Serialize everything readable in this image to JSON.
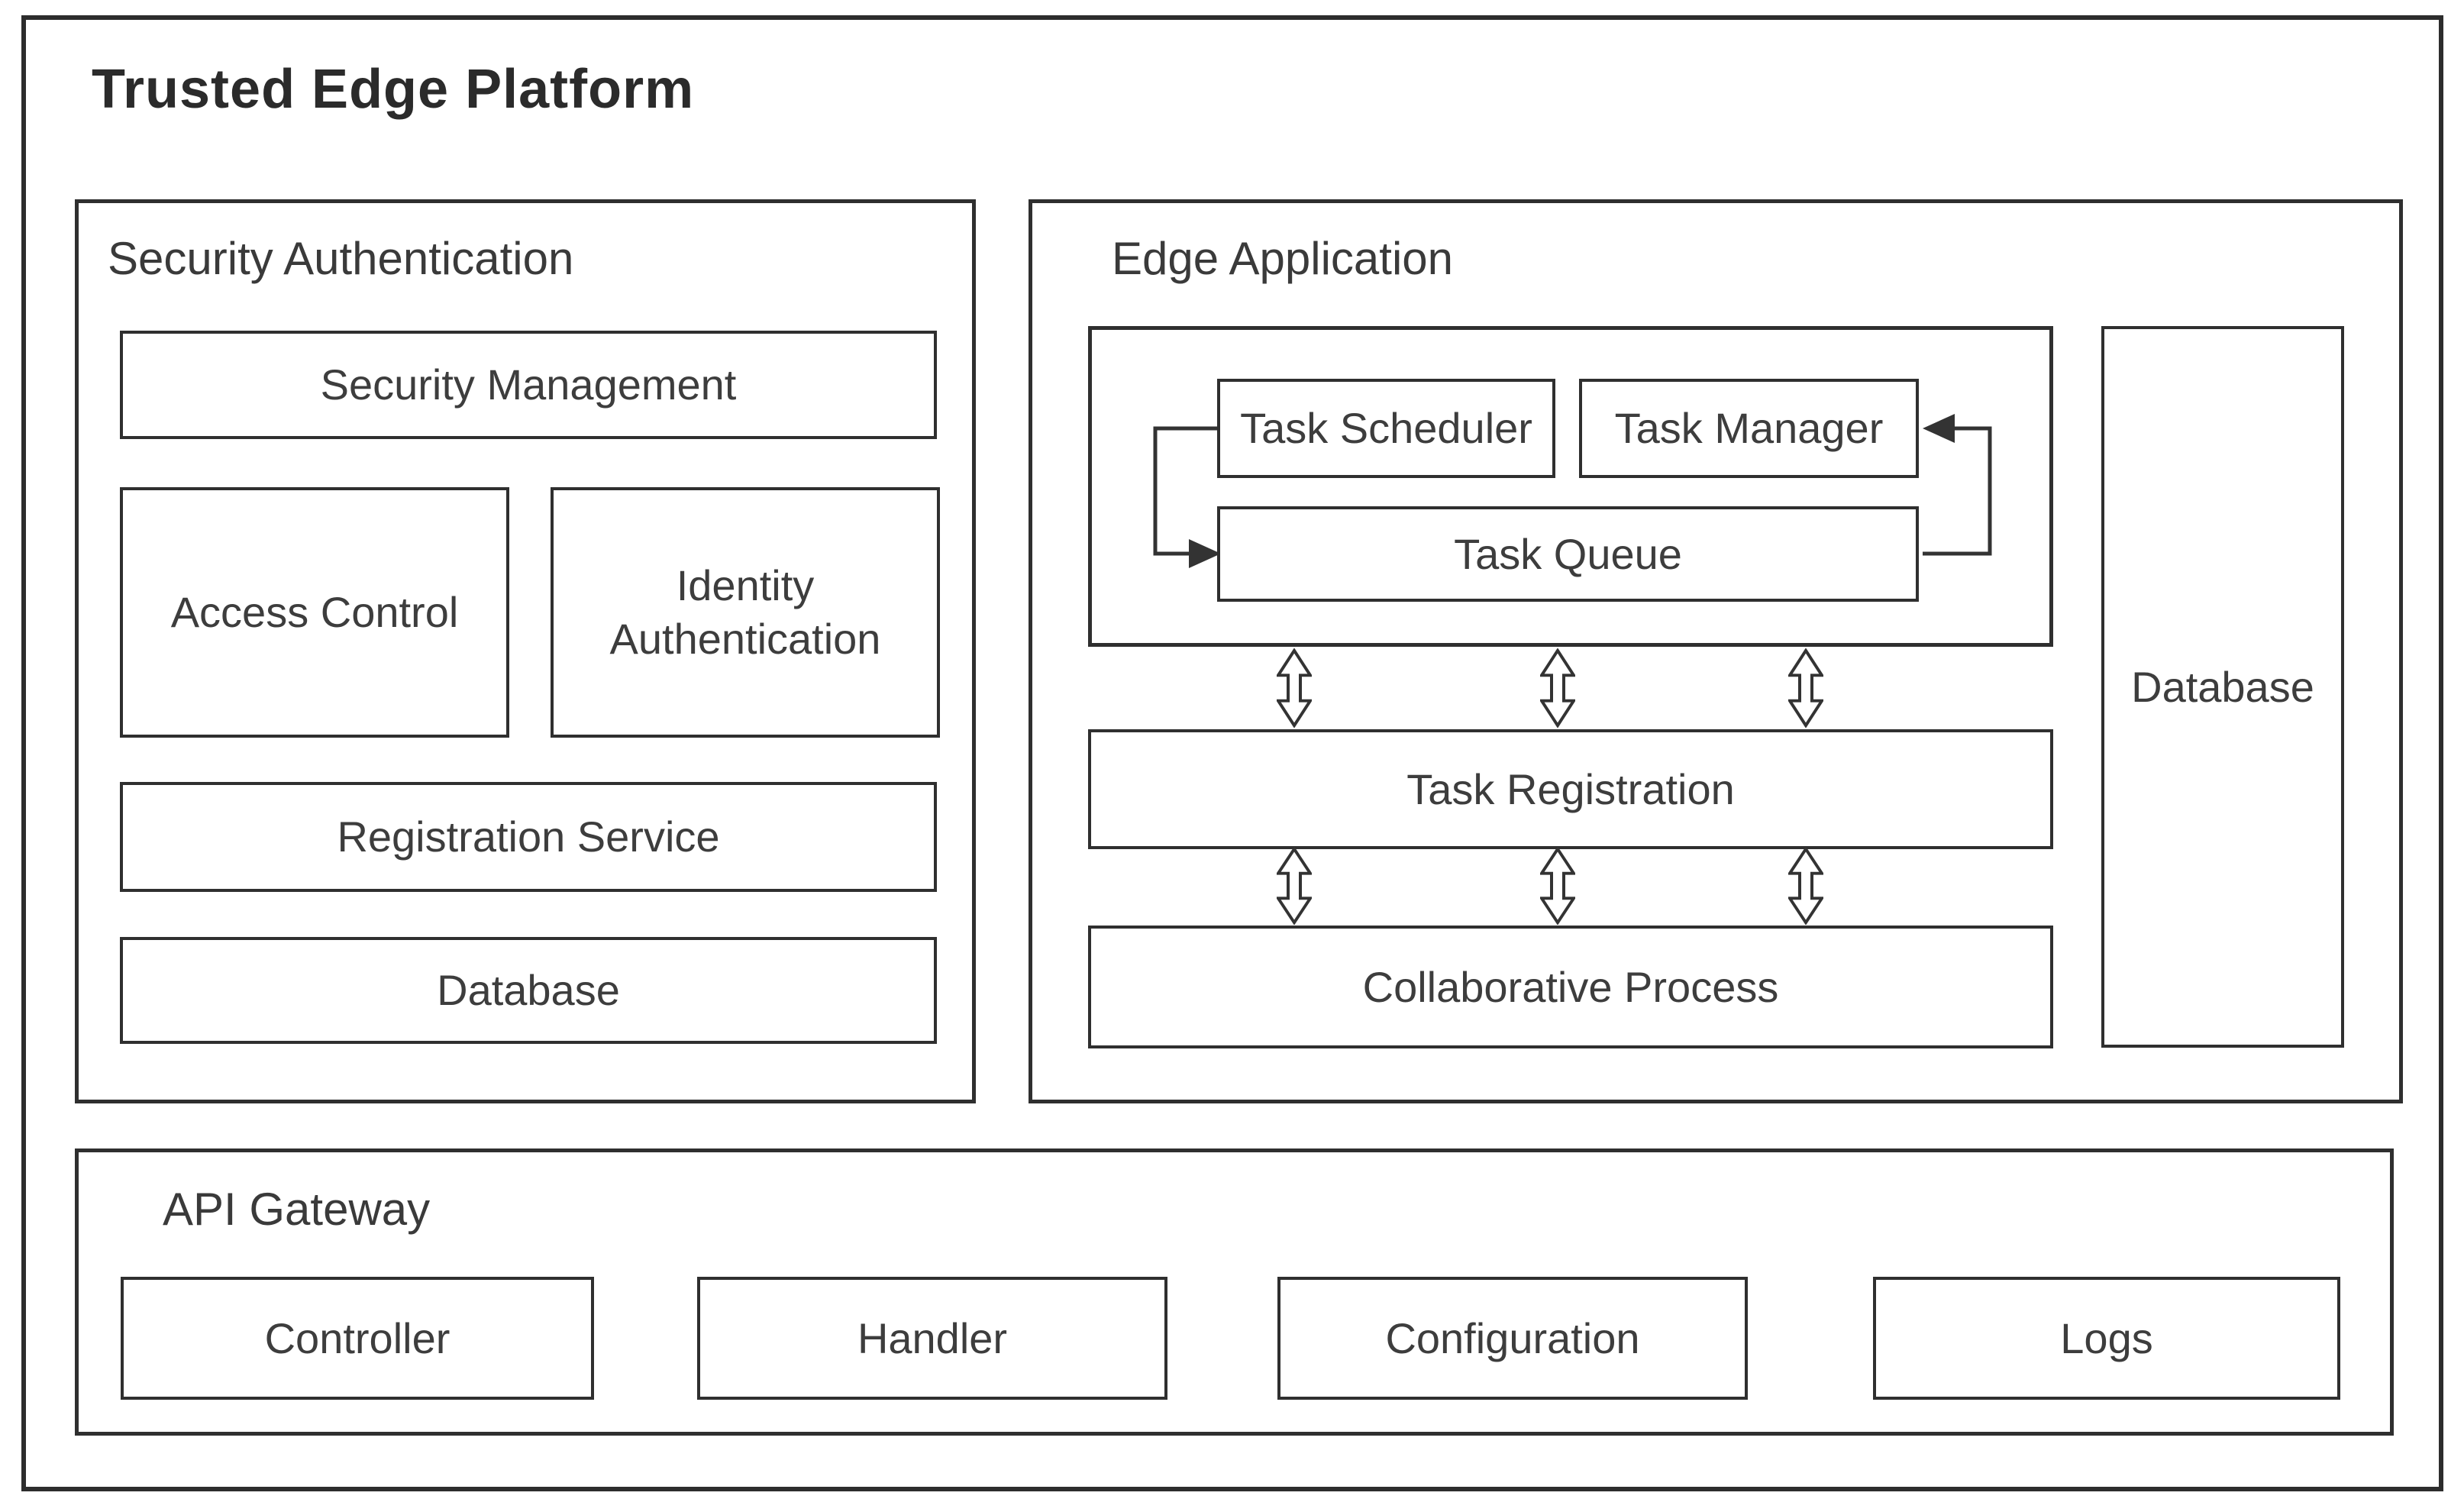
{
  "title": "Trusted Edge Platform",
  "sections": {
    "security": {
      "title": "Security Authentication",
      "boxes": {
        "security_management": "Security Management",
        "access_control": "Access Control",
        "identity_authentication": "Identity Authentication",
        "registration_service": "Registration Service",
        "database": "Database"
      }
    },
    "edge": {
      "title": "Edge Application",
      "task_core": {
        "task_scheduler": "Task Scheduler",
        "task_manager": "Task Manager",
        "task_queue": "Task Queue"
      },
      "task_registration": "Task Registration",
      "collaborative_process": "Collaborative Process",
      "database": "Database"
    },
    "api": {
      "title": "API Gateway",
      "boxes": {
        "controller": "Controller",
        "handler": "Handler",
        "configuration": "Configuration",
        "logs": "Logs"
      }
    }
  },
  "flows": {
    "scheduler_to_queue": "Task Scheduler -> Task Queue",
    "queue_to_manager": "Task Queue -> Task Manager",
    "app_registration_link": "Edge Application <-> Task Registration",
    "registration_collaboration_link": "Task Registration <-> Collaborative Process"
  },
  "colors": {
    "background": "#ffffff",
    "border": "#2f2f2f",
    "text": "#3d3d3d",
    "title_text": "#2b2b2b",
    "arrow_fill": "#ffffff",
    "solid_arrow": "#333333"
  }
}
